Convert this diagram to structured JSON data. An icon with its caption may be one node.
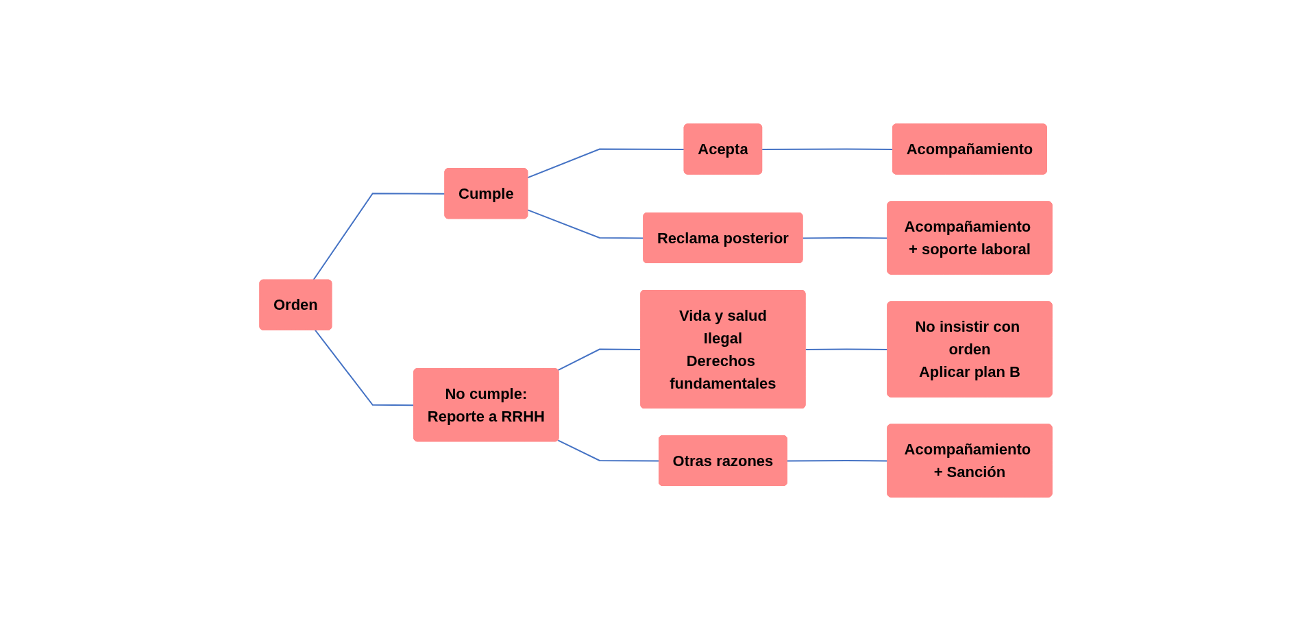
{
  "diagram": {
    "nodes": [
      {
        "text": [
          "Orden"
        ]
      },
      {
        "text": [
          "Cumple"
        ]
      },
      {
        "text": [
          "Acepta"
        ]
      },
      {
        "text": [
          "Acompañamiento"
        ]
      },
      {
        "text": [
          "Reclama posterior"
        ]
      },
      {
        "text": [
          "Acompañamiento + soporte laboral"
        ]
      },
      {
        "text": [
          "No cumple:",
          "Reporte a RRHH"
        ]
      },
      {
        "text": [
          "Vida y salud",
          "Ilegal",
          "Derechos fundamentales"
        ]
      },
      {
        "text": [
          "No insistir con orden",
          "Aplicar plan B"
        ]
      },
      {
        "text": [
          "Otras razones"
        ]
      },
      {
        "text": [
          "Acompañamiento + Sanción"
        ]
      }
    ],
    "edges": [
      {
        "from": 0,
        "to": 1,
        "arrow": "none"
      },
      {
        "from": 1,
        "to": 2,
        "arrow": "none"
      },
      {
        "from": 2,
        "to": 3,
        "arrow": "none"
      },
      {
        "from": 1,
        "to": 4,
        "arrow": "none"
      },
      {
        "from": 4,
        "to": 5,
        "arrow": "none"
      },
      {
        "from": 0,
        "to": 6,
        "arrow": "none"
      },
      {
        "from": 6,
        "to": 7,
        "arrow": "none"
      },
      {
        "from": 7,
        "to": 8,
        "arrow": "none"
      },
      {
        "from": 6,
        "to": 9,
        "arrow": "none"
      },
      {
        "from": 9,
        "to": 10,
        "arrow": "none"
      }
    ]
  }
}
